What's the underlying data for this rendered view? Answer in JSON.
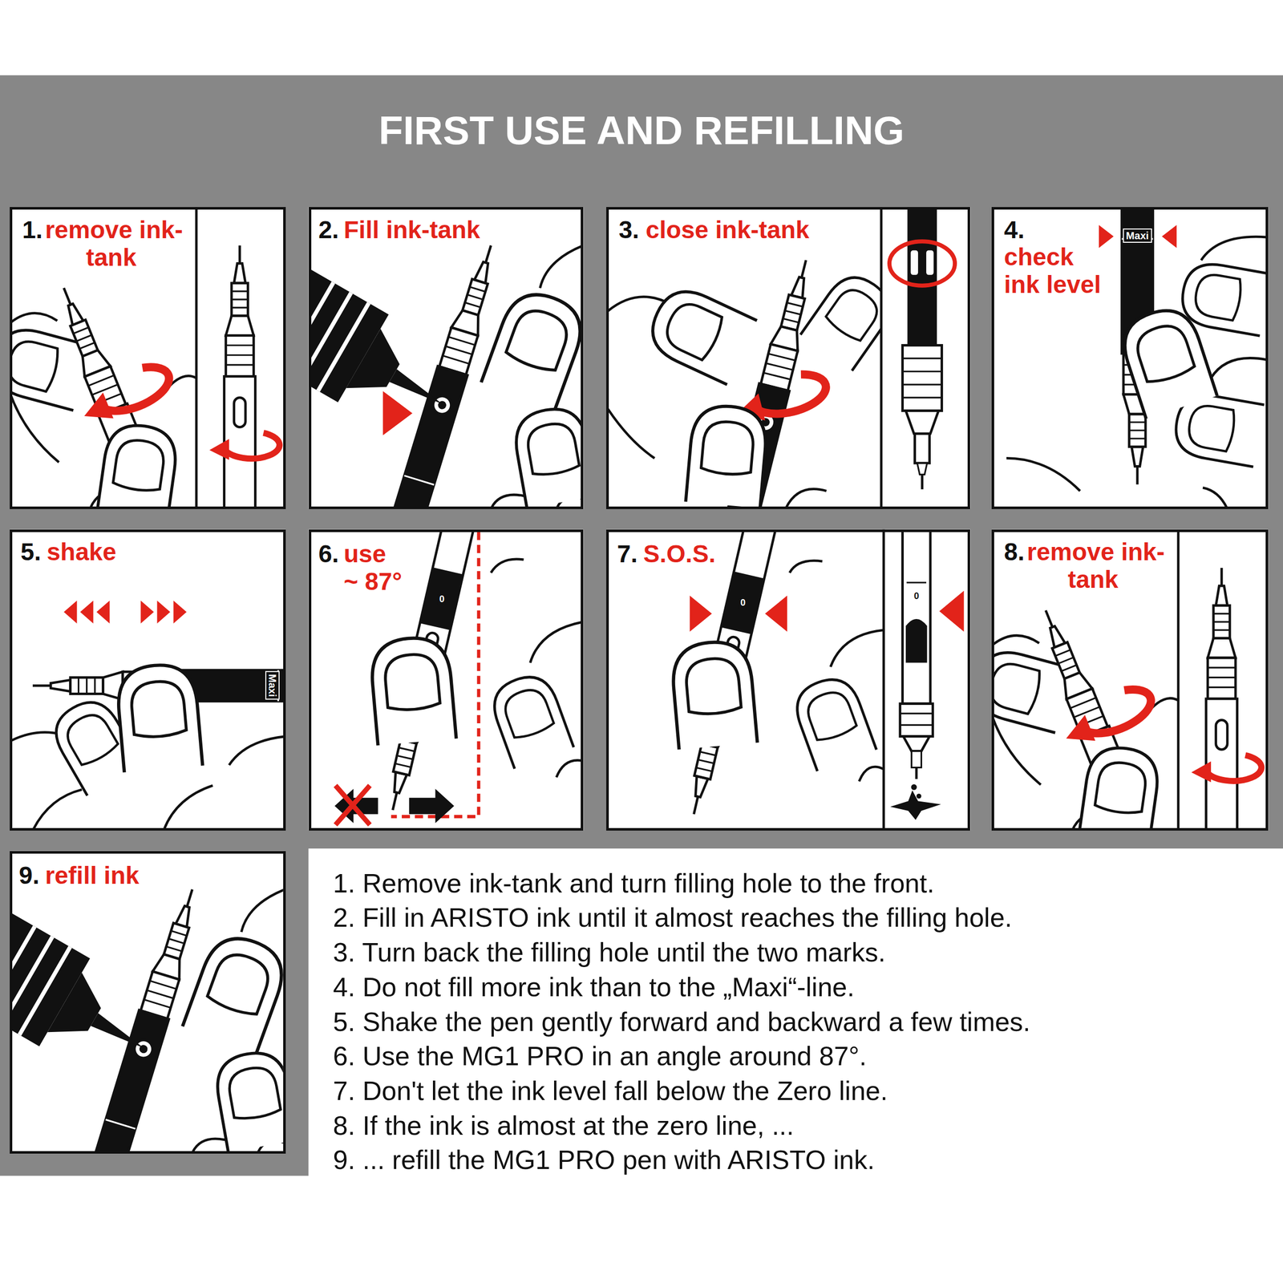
{
  "diagram": {
    "title": "FIRST USE AND REFILLING",
    "nodes": [
      {
        "text": [
          "1.",
          "remove ink-tank"
        ]
      },
      {
        "text": [
          "2.",
          "Fill ink-tank"
        ]
      },
      {
        "text": [
          "3.",
          "close ink-tank"
        ]
      },
      {
        "text": [
          "4.",
          "check ink level"
        ]
      },
      {
        "text": [
          "5.",
          "shake"
        ]
      },
      {
        "text": [
          "6.",
          "use ~ 87°"
        ]
      },
      {
        "text": [
          "7.",
          "S.O.S."
        ]
      },
      {
        "text": [
          "8.",
          "remove ink-tank"
        ]
      },
      {
        "text": [
          "9.",
          "refill ink"
        ]
      },
      {
        "text": [
          "1. Remove ink-tank and turn filling hole to the front.",
          "2. Fill in ARISTO ink until it almost reaches the filling hole.",
          "3. Turn back the filling hole until the two marks.",
          "4. Do not fill more ink than to the „Maxi“-line.",
          "5. Shake the pen gently forward and backward a few times.",
          "6. Use the MG1 PRO in an angle around 87°.",
          "7. Don't let the ink level fall below the Zero line.",
          "8. If the ink is almost at the zero line, ...",
          "9. ... refill the MG1 PRO pen with ARISTO ink."
        ]
      }
    ],
    "labels": [
      "Maxi",
      "Maxi",
      "0",
      "0",
      "0"
    ]
  }
}
